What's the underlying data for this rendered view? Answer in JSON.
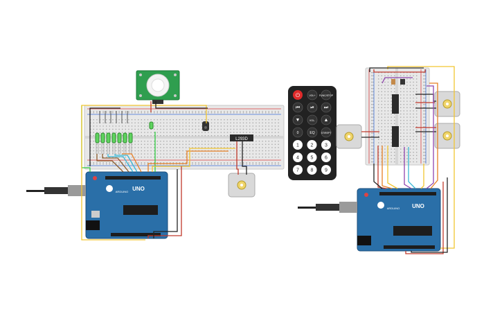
{
  "canvas": {
    "background": "#ffffff"
  },
  "colors": {
    "arduino_blue": "#2a6fa8",
    "breadboard": "#e8e8e8",
    "breadboard_hole": "#a9a9a9",
    "rail_red": "#d83b3b",
    "rail_blue": "#3b6fd8",
    "pir_green": "#2f9e4f",
    "led_green": "#5fd35f",
    "remote_body": "#222222",
    "motor_body": "#d9d9d9",
    "wire_yellow": "#f2c531",
    "wire_red": "#c0392b",
    "wire_green": "#2ecc40",
    "wire_orange": "#e67e22",
    "wire_black": "#222222",
    "wire_purple": "#8e44ad",
    "wire_cyan": "#3ab7d6",
    "wire_brown": "#8b5a2b"
  },
  "left_circuit": {
    "arduino": {
      "brand": "ARDUINO",
      "model": "UNO"
    },
    "driver_chip": {
      "label": "L293D"
    }
  },
  "remote": {
    "power_icon": "power-icon",
    "buttons_row1": [
      "VOL+",
      "FUNC/STOP"
    ],
    "buttons_row2": [
      "prev-icon",
      "play-pause-icon",
      "next-icon"
    ],
    "buttons_row3": [
      "down-icon",
      "VOL-",
      "up-icon"
    ],
    "buttons_row4": [
      "0",
      "EQ",
      "ST/REPT"
    ],
    "digits": [
      "1",
      "2",
      "3",
      "4",
      "5",
      "6",
      "7",
      "8",
      "9"
    ]
  },
  "right_circuit": {
    "arduino": {
      "brand": "ARDUINO",
      "model": "UNO"
    }
  }
}
